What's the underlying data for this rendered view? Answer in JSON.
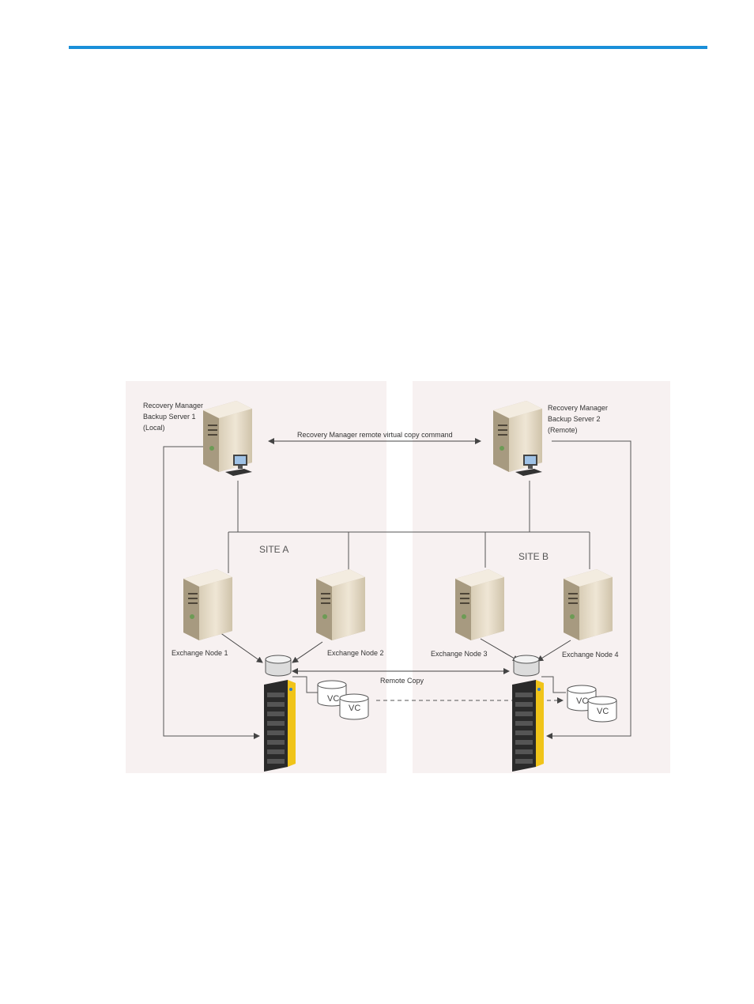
{
  "colors": {
    "header_rule": "#1a8fd9",
    "site_background": "#f7f1f1",
    "server_body": "#e6dcc8",
    "storage_accent": "#f0c419",
    "line": "#555555"
  },
  "diagram": {
    "server1_label": [
      "Recovery Manager",
      "Backup Server 1",
      "(Local)"
    ],
    "server2_label": [
      "Recovery Manager",
      "Backup Server 2",
      "(Remote)"
    ],
    "command_label": "Recovery Manager remote virtual copy command",
    "site_a": "SITE A",
    "site_b": "SITE B",
    "nodes": [
      "Exchange Node 1",
      "Exchange Node 2",
      "Exchange Node 3",
      "Exchange Node 4"
    ],
    "remote_copy": "Remote Copy",
    "vc_label": "VC"
  }
}
